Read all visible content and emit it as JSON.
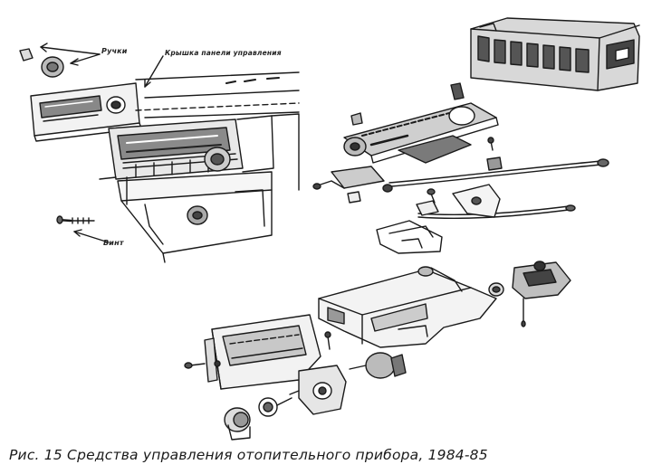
{
  "figure": {
    "labels": {
      "handles": "Ручки",
      "panel_cover": "Крышка панели управления",
      "screw": "Винт"
    },
    "caption": "Рис. 15 Средства управления отопительного прибора, 1984-85"
  },
  "colors": {
    "ink": "#1a1a1a",
    "paper": "#ffffff",
    "shade": "#6f6f6f"
  }
}
